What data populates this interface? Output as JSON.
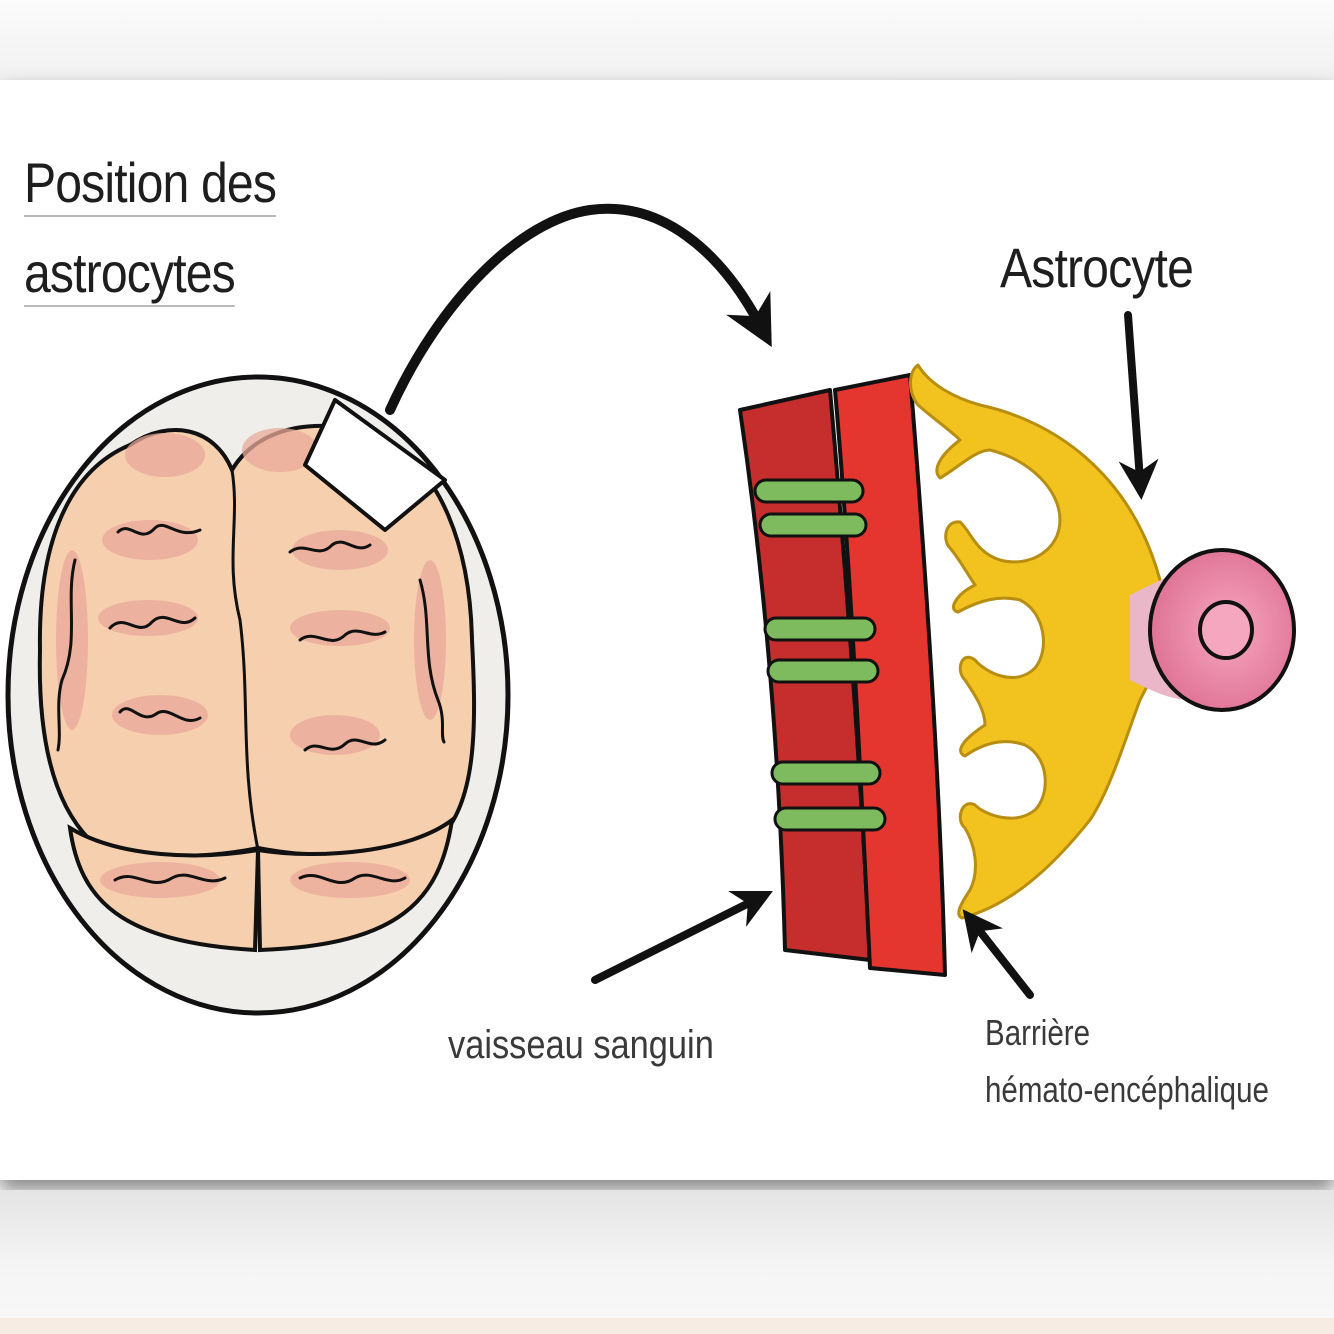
{
  "title": {
    "line1": "Position des",
    "line2": "astrocytes"
  },
  "labels": {
    "astrocyte": "Astrocyte",
    "vessel": "vaisseau sanguin",
    "barrier_line1": "Barrière",
    "barrier_line2": "hémato-encéphalique"
  },
  "colors": {
    "brain_fill": "#f6cfae",
    "brain_fold": "#e9a99a",
    "skull_fill": "#efeeea",
    "vessel_dark": "#c62d2d",
    "vessel_light": "#e5352f",
    "tight_junction": "#7dbb5e",
    "astrocyte_body": "#f2c21e",
    "astrocyte_nucleus": "#e57fa0"
  }
}
